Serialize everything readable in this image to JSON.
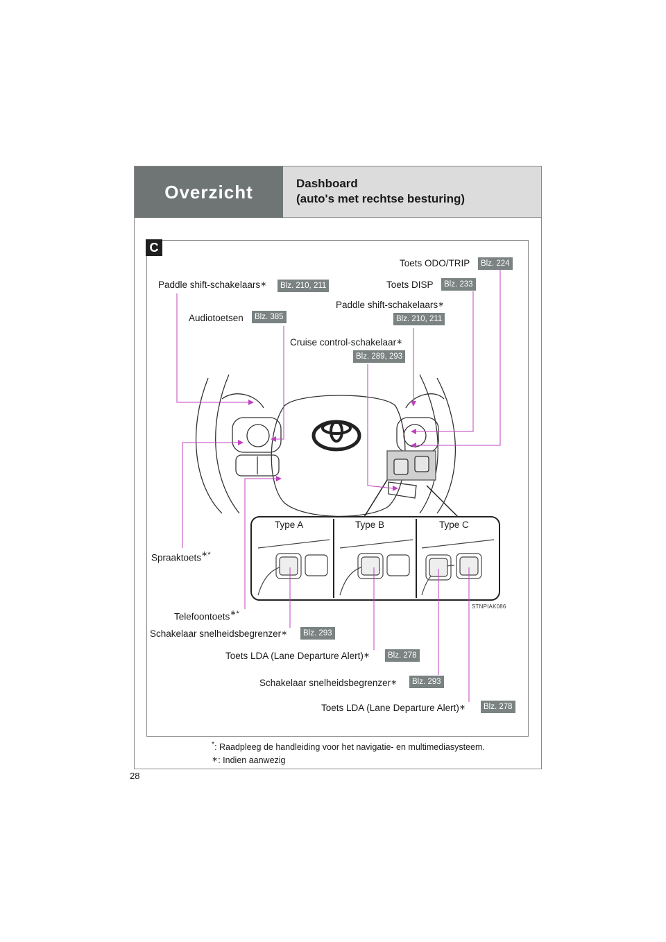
{
  "header": {
    "section": "Overzicht",
    "title_line1": "Dashboard",
    "title_line2": "(auto's met rechtse besturing)"
  },
  "section_letter": "C",
  "callouts": {
    "odo_trip": {
      "label": "Toets ODO/TRIP",
      "ref": "Blz. 224"
    },
    "paddle_left": {
      "label": "Paddle shift-schakelaars",
      "ref": "Blz. 210, 211"
    },
    "disp": {
      "label": "Toets DISP",
      "ref": "Blz. 233"
    },
    "paddle_right": {
      "label": "Paddle shift-schakelaars",
      "ref": "Blz. 210, 211"
    },
    "audio": {
      "label": "Audiotoetsen",
      "ref": "Blz. 385"
    },
    "cruise": {
      "label": "Cruise control-schakelaar",
      "ref": "Blz. 289, 293"
    },
    "voice": {
      "label": "Spraaktoets"
    },
    "phone": {
      "label": "Telefoontoets"
    },
    "speed_limiter_a": {
      "label": "Schakelaar snelheidsbegrenzer",
      "ref": "Blz. 293"
    },
    "lda_b": {
      "label": "Toets LDA (Lane Departure Alert)",
      "ref": "Blz. 278"
    },
    "speed_limiter_c": {
      "label": "Schakelaar snelheidsbegrenzer",
      "ref": "Blz. 293"
    },
    "lda_c": {
      "label": "Toets LDA (Lane Departure Alert)",
      "ref": "Blz. 278"
    }
  },
  "types": [
    "Type A",
    "Type B",
    "Type C"
  ],
  "image_code": "STNPIAK086",
  "footnotes": {
    "star_note": ": Raadpleeg de handleiding voor het navigatie- en multimediasysteem.",
    "asterisk_note": ": Indien aanwezig"
  },
  "page_number": "28",
  "colors": {
    "header_dark": "#6f7575",
    "header_light": "#dcdcdc",
    "badge": "#7a8282",
    "leader": "#c040c0"
  }
}
